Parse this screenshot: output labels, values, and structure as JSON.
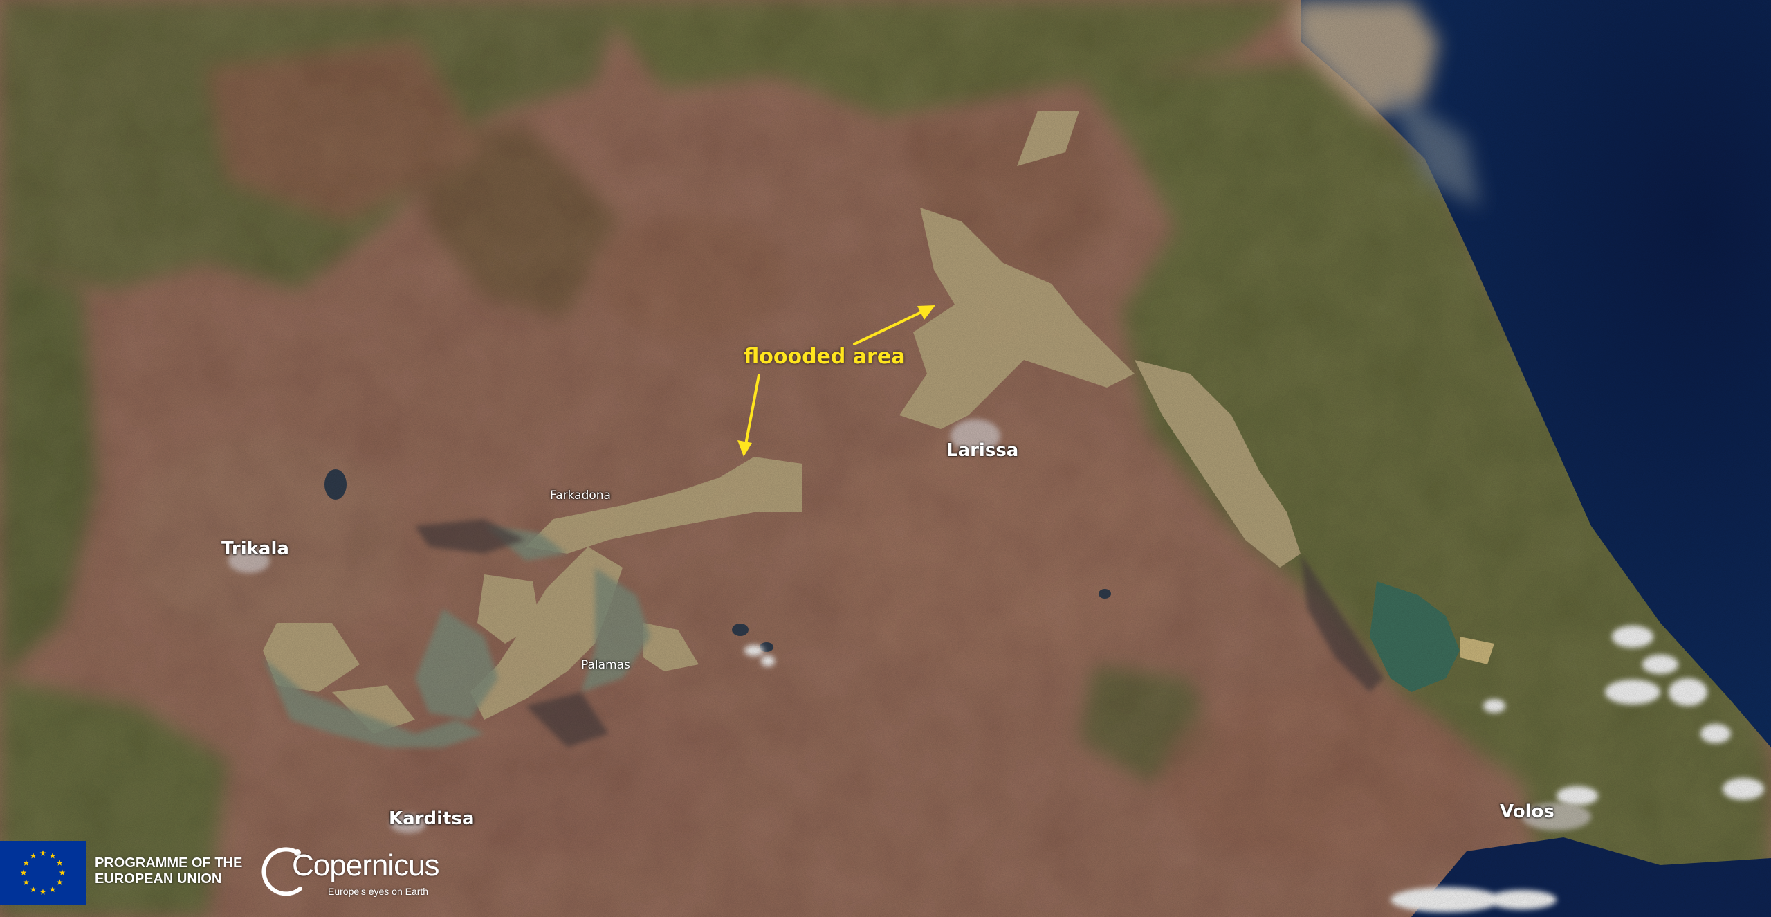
{
  "map": {
    "annotation": {
      "label": "floooded area",
      "color": "#ffe51e"
    },
    "places": {
      "larissa": "Larissa",
      "trikala": "Trikala",
      "karditsa": "Karditsa",
      "volos": "Volos",
      "farkadona": "Farkadona",
      "palamas": "Palamas"
    },
    "colors": {
      "flood_water": "#b3a27a",
      "sea": "#0b1f4a",
      "forest": "#3f6a2a",
      "farmland": "#b07d6c",
      "lake": "#3c6d5b"
    }
  },
  "branding": {
    "eu_program_line1": "PROGRAMME OF THE",
    "eu_program_line2": "EUROPEAN UNION",
    "copernicus_name": "Copernicus",
    "copernicus_tagline": "Europe's eyes on Earth"
  }
}
